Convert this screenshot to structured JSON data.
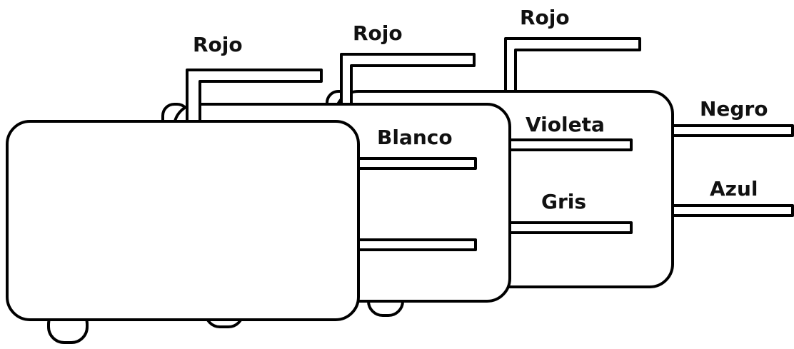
{
  "labels": {
    "rojo_1": "Rojo",
    "rojo_2": "Rojo",
    "rojo_3": "Rojo",
    "negro": "Negro",
    "azul": "Azul",
    "violeta": "Violeta",
    "gris": "Gris",
    "blanco": "Blanco"
  },
  "colors": {
    "stroke": "#000000",
    "fill": "#ffffff",
    "text": "#111111"
  }
}
